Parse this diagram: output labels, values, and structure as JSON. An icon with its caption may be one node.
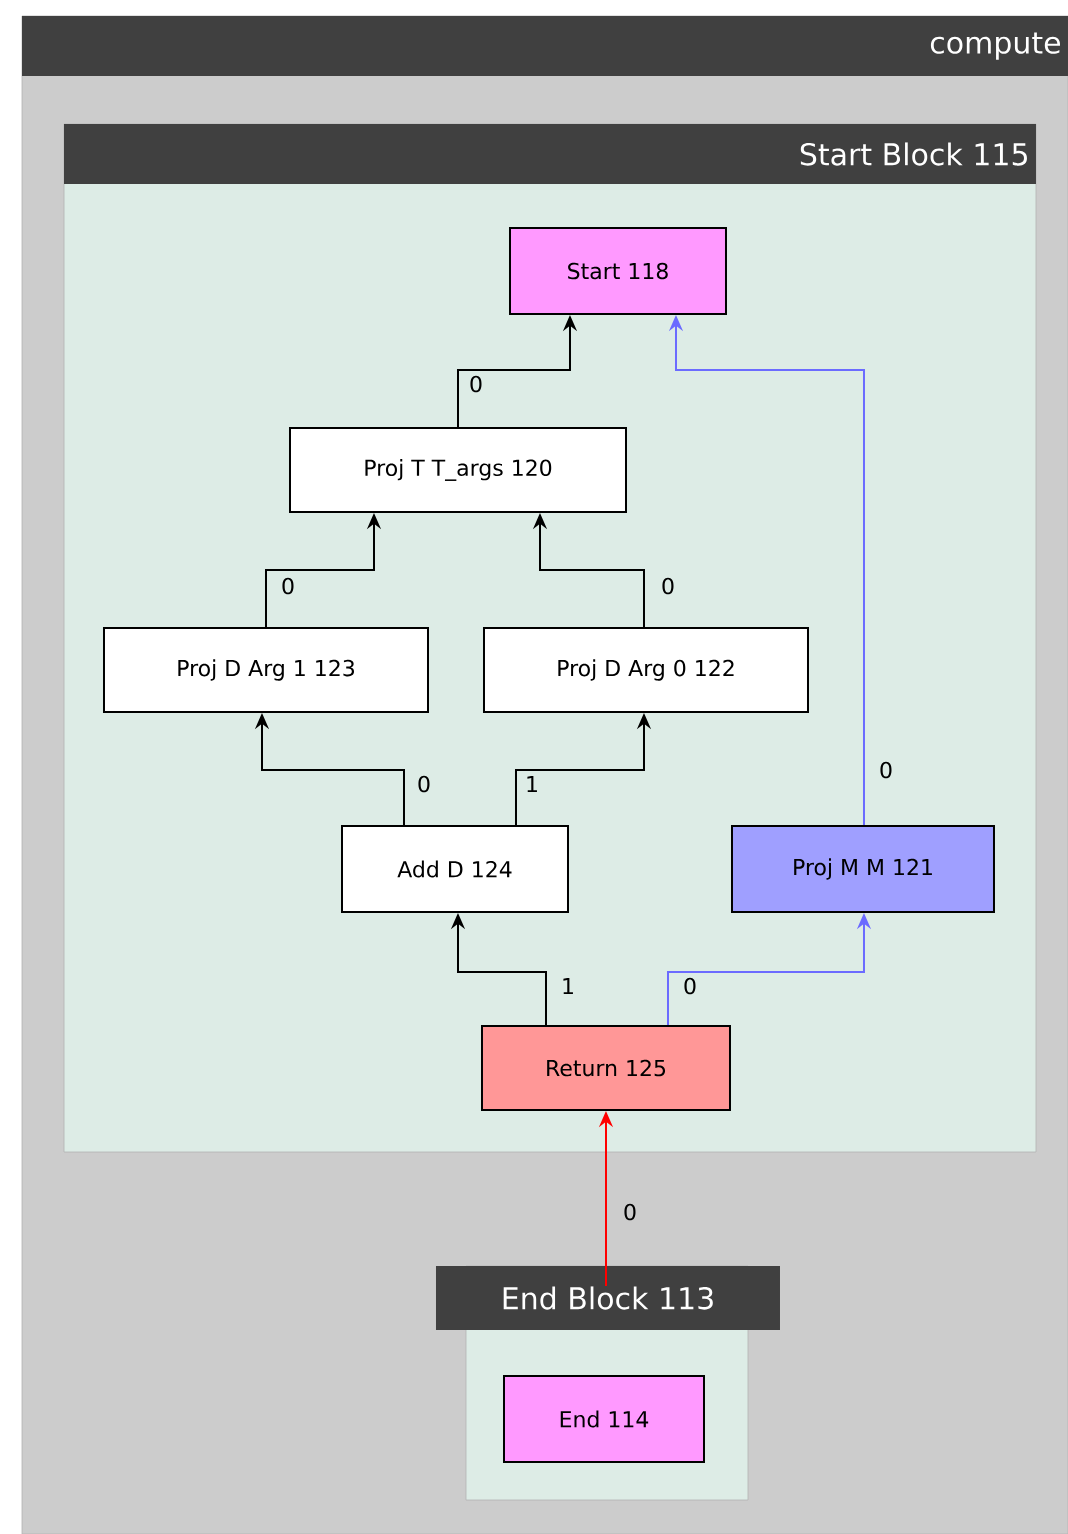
{
  "diagram": {
    "nodes": [
      {
        "text": [
          "compute"
        ]
      },
      {
        "text": [
          "Start Block 115"
        ],
        "in": 0
      },
      {
        "text": [
          "Start 118"
        ],
        "in": 1
      },
      {
        "text": [
          "Proj T T_args 120"
        ],
        "in": 1
      },
      {
        "text": [
          "Proj D Arg 1 123"
        ],
        "in": 1
      },
      {
        "text": [
          "Proj D Arg 0 122"
        ],
        "in": 1
      },
      {
        "text": [
          "Add D 124"
        ],
        "in": 1
      },
      {
        "text": [
          "Proj M M 121"
        ],
        "in": 1
      },
      {
        "text": [
          "Return 125"
        ],
        "in": 1
      },
      {
        "text": [
          "End Block 113"
        ],
        "in": 0
      },
      {
        "text": [
          "End 114"
        ],
        "in": 9
      }
    ],
    "edges": [
      {
        "from": 3,
        "to": 2,
        "arrow": "to",
        "label": "0"
      },
      {
        "from": 4,
        "to": 3,
        "arrow": "to",
        "label": "0"
      },
      {
        "from": 5,
        "to": 3,
        "arrow": "to",
        "label": "0"
      },
      {
        "from": 6,
        "to": 4,
        "arrow": "to",
        "label": "0"
      },
      {
        "from": 6,
        "to": 5,
        "arrow": "to",
        "label": "1"
      },
      {
        "from": 8,
        "to": 6,
        "arrow": "to",
        "label": "1"
      },
      {
        "from": 8,
        "to": 7,
        "arrow": "to",
        "label": "0",
        "color": "#6b6bff"
      },
      {
        "from": 7,
        "to": 2,
        "arrow": "to",
        "label": "0",
        "color": "#6b6bff"
      },
      {
        "from": 9,
        "to": 8,
        "arrow": "to",
        "label": "0",
        "color": "#ff0000"
      }
    ]
  }
}
